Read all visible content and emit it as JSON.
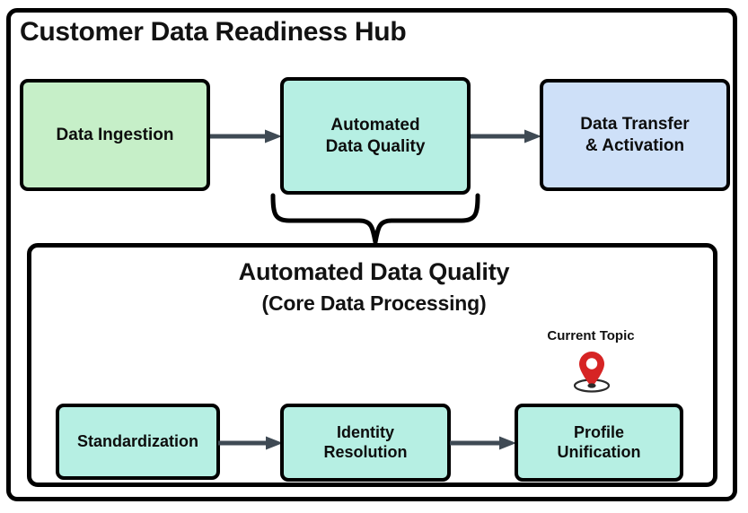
{
  "diagram": {
    "title": "Customer Data Readiness Hub",
    "top_flow": {
      "nodes": [
        {
          "id": "ingestion",
          "label": "Data Ingestion",
          "color": "#c6efc8"
        },
        {
          "id": "automated-data-quality",
          "label": "Automated\nData Quality",
          "line1": "Automated",
          "line2": "Data Quality",
          "color": "#b6efe3"
        },
        {
          "id": "data-transfer",
          "label": "Data Transfer\n& Activation",
          "line1": "Data Transfer",
          "line2": "& Activation",
          "color": "#cee0f8"
        }
      ]
    },
    "detail_panel": {
      "heading": "Automated Data Quality",
      "subheading": "(Core Data Processing)",
      "marker": {
        "label": "Current Topic",
        "icon": "map-pin-icon",
        "color": "#d62424"
      },
      "nodes": [
        {
          "id": "standardization",
          "label": "Standardization",
          "line1": "Standardization",
          "line2": "",
          "color": "#b6efe3"
        },
        {
          "id": "identity-resolution",
          "label": "Identity Resolution",
          "line1": "Identity",
          "line2": "Resolution",
          "color": "#b6efe3"
        },
        {
          "id": "profile-unification",
          "label": "Profile Unification",
          "line1": "Profile",
          "line2": "Unification",
          "color": "#b6efe3"
        }
      ]
    },
    "connector_color": "#3f4a54",
    "border_color": "#000000",
    "background_color": "#ffffff"
  }
}
